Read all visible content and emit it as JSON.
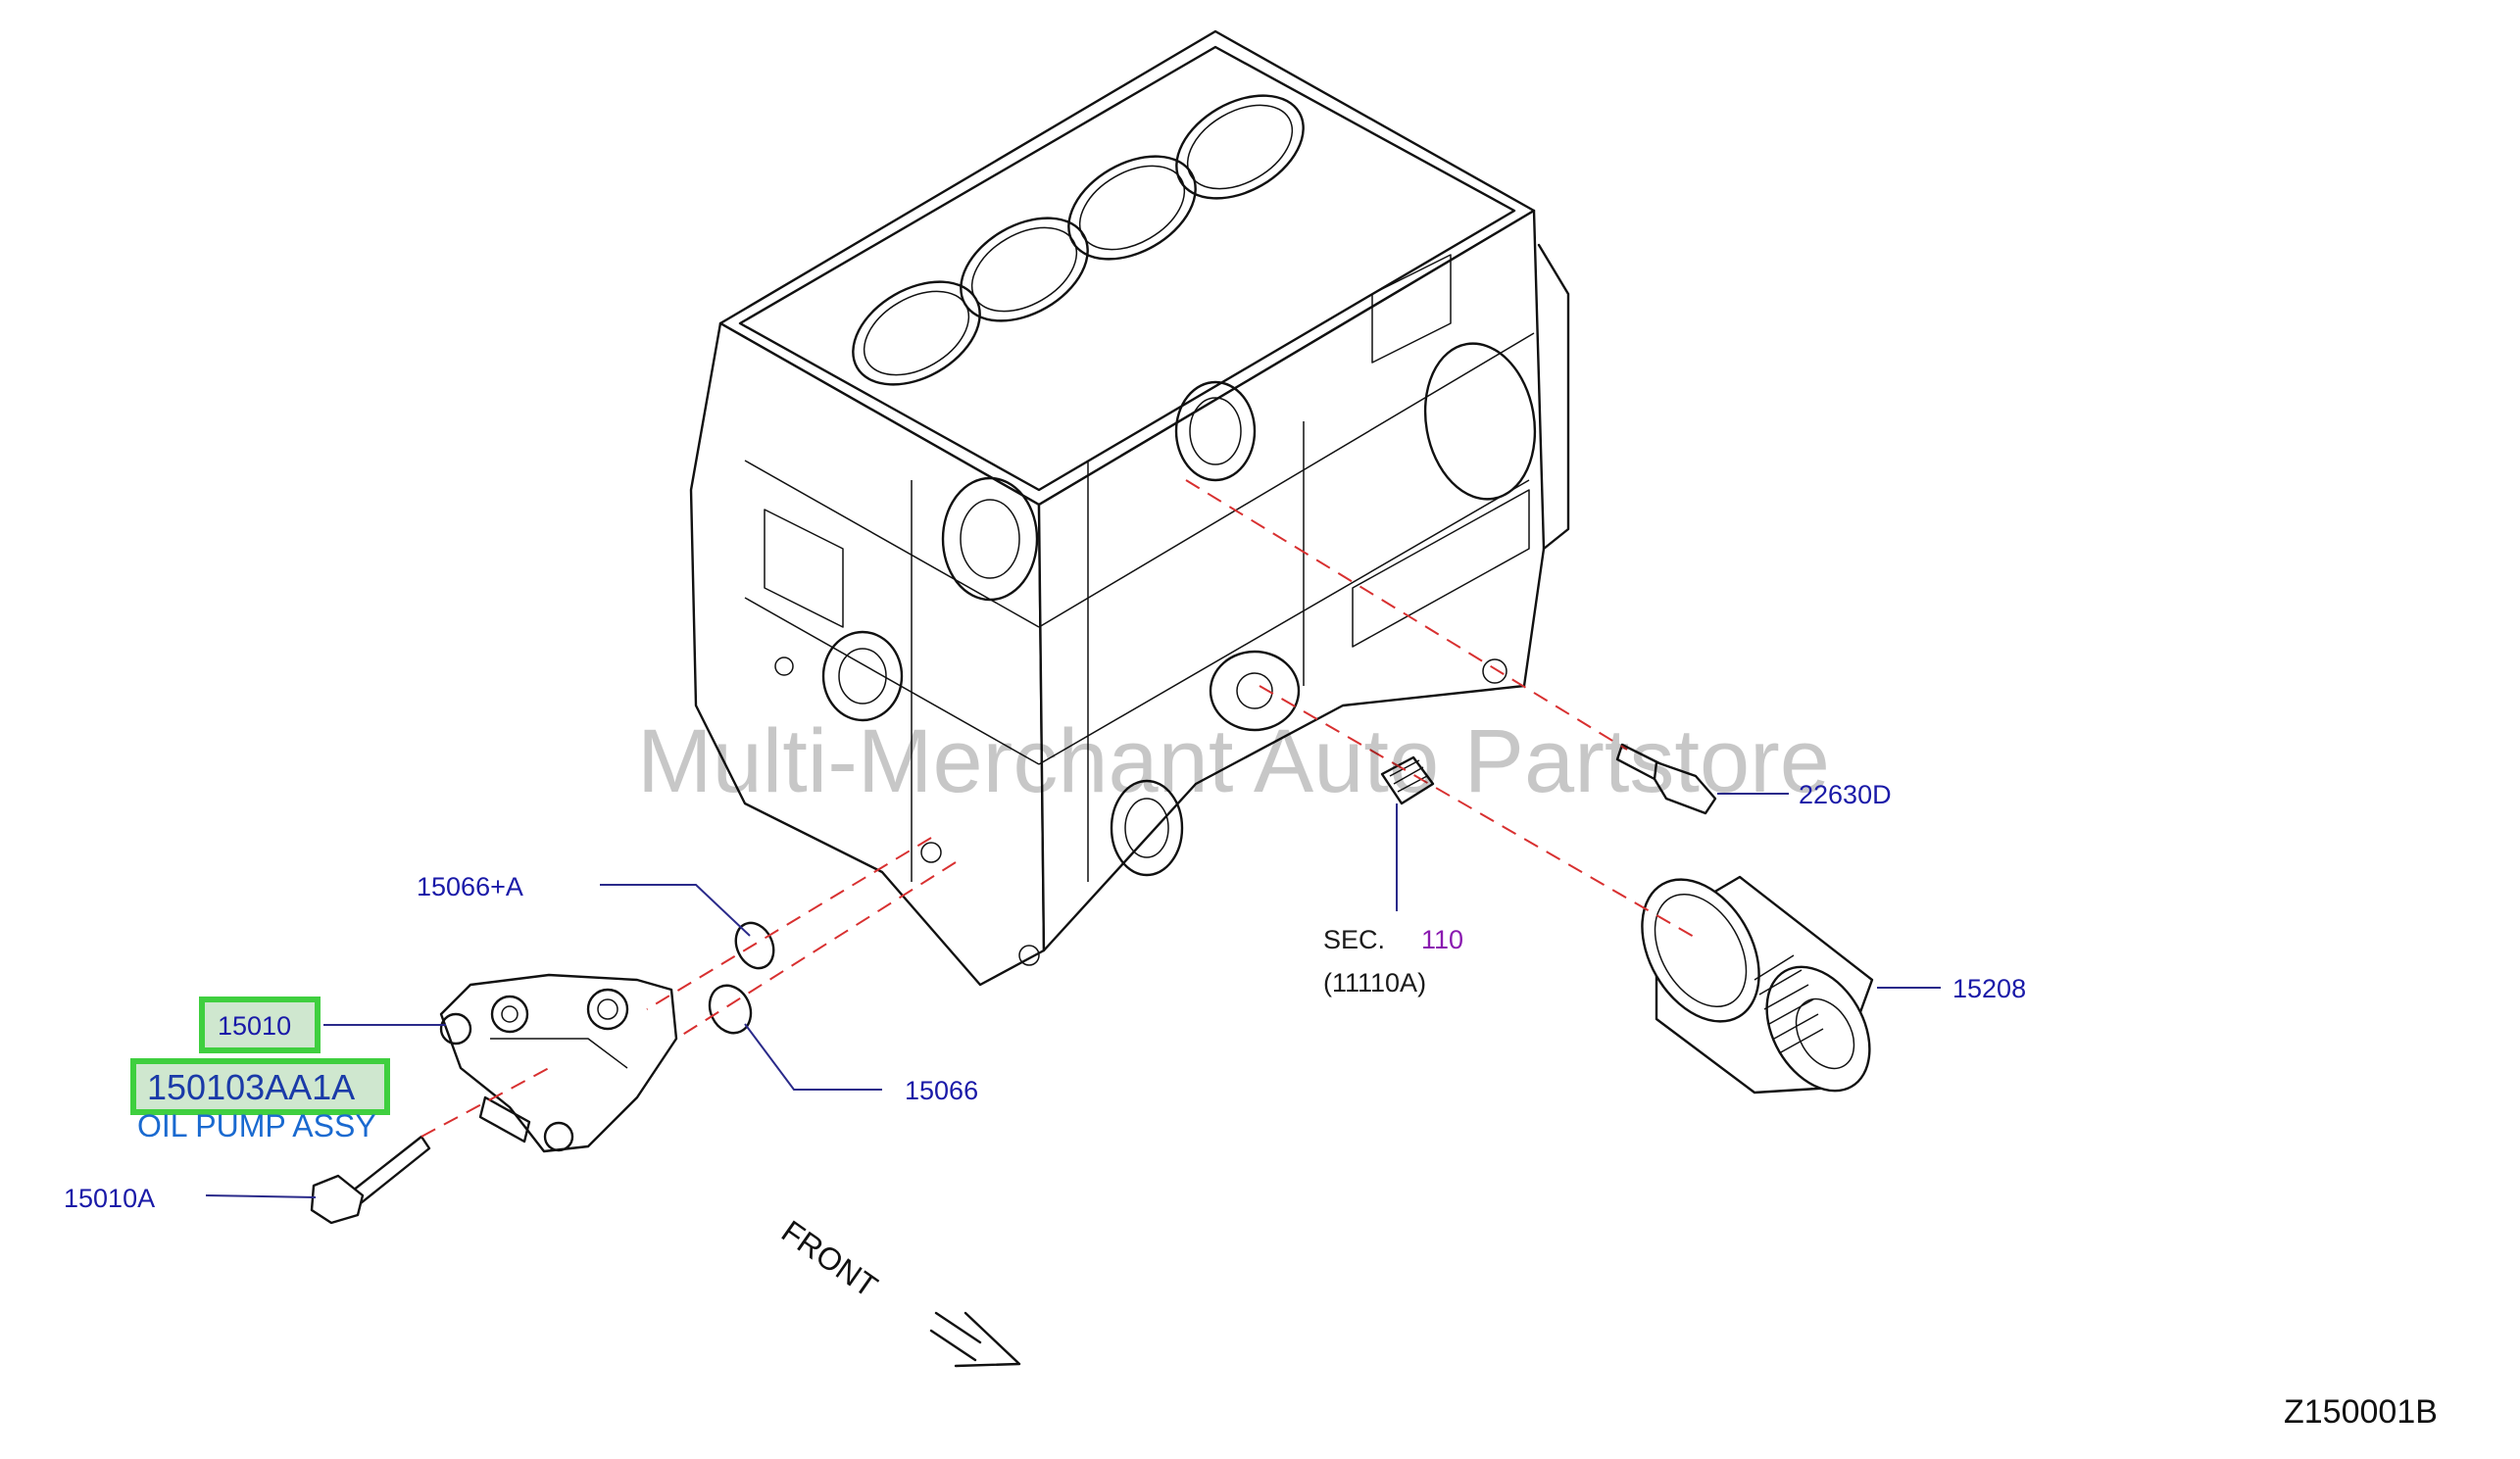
{
  "diagram": {
    "code": "Z150001B",
    "watermark": "Multi-Merchant Auto Partstore",
    "front_label": "FRONT",
    "labels": {
      "p15066a": "15066+A",
      "p15010": "15010",
      "p150103aa1a": "150103AA1A",
      "oil_pump": "OIL PUMP ASSY",
      "p15010a": "15010A",
      "p15066": "15066",
      "sec_prefix": "SEC.",
      "sec_num": "110",
      "sec_sub": "(11110A)",
      "p22630d": "22630D",
      "p15208": "15208"
    },
    "colors": {
      "part_number": "#1a1aa8",
      "highlight": "#3fcf3f",
      "leader_dash": "#d83030",
      "section_ref": "#8a1ab0"
    }
  }
}
